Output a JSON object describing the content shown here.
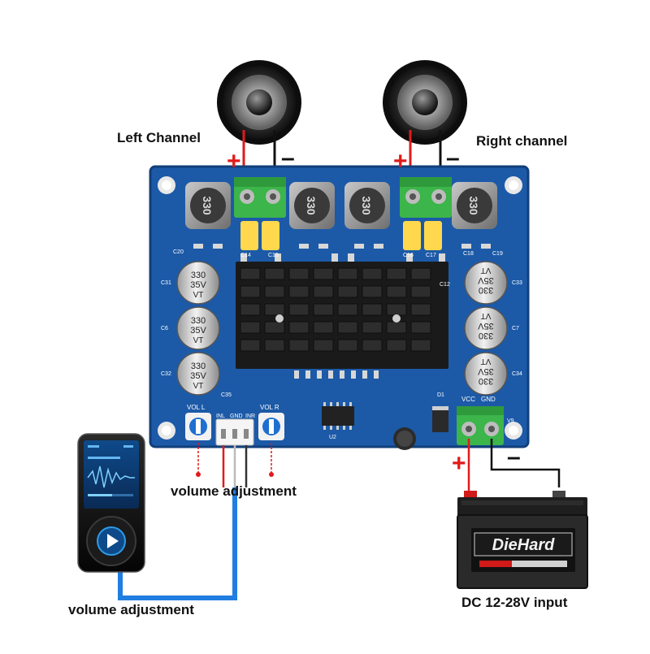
{
  "labels": {
    "left_channel": "Left Channel",
    "right_channel": "Right channel",
    "volume_adjustment_board": "volume adjustment",
    "volume_adjustment_player": "volume adjustment",
    "power_input": "DC 12-28V input"
  },
  "signs": {
    "plus": "+",
    "minus": "–"
  },
  "board": {
    "inductor_marking": "330",
    "capacitor_line1": "330",
    "capacitor_line2": "35V",
    "capacitor_line3": "VT",
    "silk_vol_l": "VOL L",
    "silk_vol_r": "VOL R",
    "silk_inl": "INL",
    "silk_gnd": "GND",
    "silk_inr": "INR",
    "silk_vcc": "VCC",
    "silk_gnd_power": "GND",
    "silk_c20": "C20",
    "silk_c31": "C31",
    "silk_c6": "C6",
    "silk_c32": "C32",
    "silk_c33": "C33",
    "silk_c7": "C7",
    "silk_c34": "C34",
    "silk_c12": "C12",
    "silk_c14": "C14",
    "silk_c15": "C15",
    "silk_c16": "C16",
    "silk_c17": "C17",
    "silk_c18": "C18",
    "silk_c19": "C19",
    "silk_c35": "C35",
    "silk_u2": "U2",
    "silk_v9": "V9",
    "silk_d1": "D1"
  },
  "battery": {
    "brand": "DieHard"
  },
  "colors": {
    "pcb": "#1c5aa8",
    "pcb_dark": "#123f7a",
    "terminal_green": "#3cb54a",
    "wire_red": "#e11b1b",
    "wire_blue": "#1f7ee0",
    "heatsink": "#1a1a1a",
    "capacitor": "#d9d9d9",
    "capacitor_cap": "#ffd84d"
  },
  "icons": [
    "speaker-icon",
    "mp3-player-icon",
    "play-icon",
    "battery-icon",
    "heatsink-icon"
  ]
}
